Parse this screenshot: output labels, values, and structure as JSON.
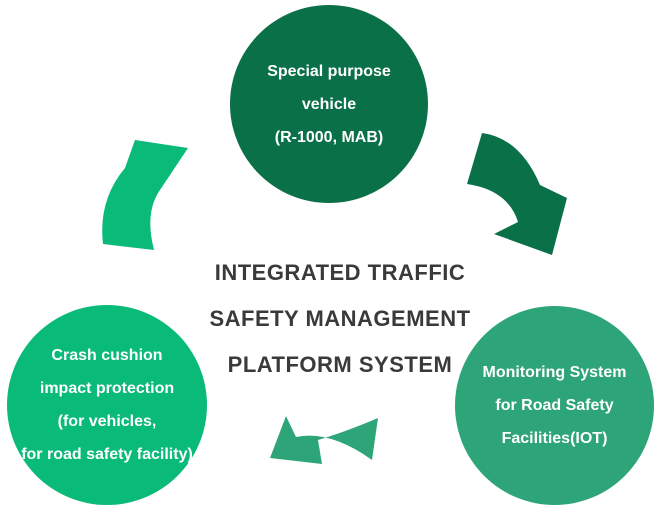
{
  "colors": {
    "top_circle": "#0a7048",
    "right_circle": "#2ea578",
    "left_circle": "#0aba78",
    "arrow_top_right": "#0a7048",
    "arrow_bottom": "#2ea578",
    "arrow_left": "#0aba78",
    "center_text": "#3a3a3a"
  },
  "center": {
    "lines": [
      "INTEGRATED TRAFFIC",
      "SAFETY MANAGEMENT",
      "PLATFORM SYSTEM"
    ]
  },
  "nodes": {
    "top": {
      "lines": [
        "Special purpose",
        "vehicle",
        "(R-1000, MAB)"
      ]
    },
    "right": {
      "lines": [
        "Monitoring System",
        "for Road Safety",
        "Facilities(IOT)"
      ]
    },
    "left": {
      "lines": [
        "Crash cushion",
        "impact protection",
        "(for vehicles,",
        "for road safety facility)"
      ]
    }
  },
  "arrows": [
    {
      "name": "arrow-top-to-right",
      "color_key": "arrow_top_right"
    },
    {
      "name": "arrow-right-to-left",
      "color_key": "arrow_bottom"
    },
    {
      "name": "arrow-left-to-top",
      "color_key": "arrow_left"
    }
  ]
}
